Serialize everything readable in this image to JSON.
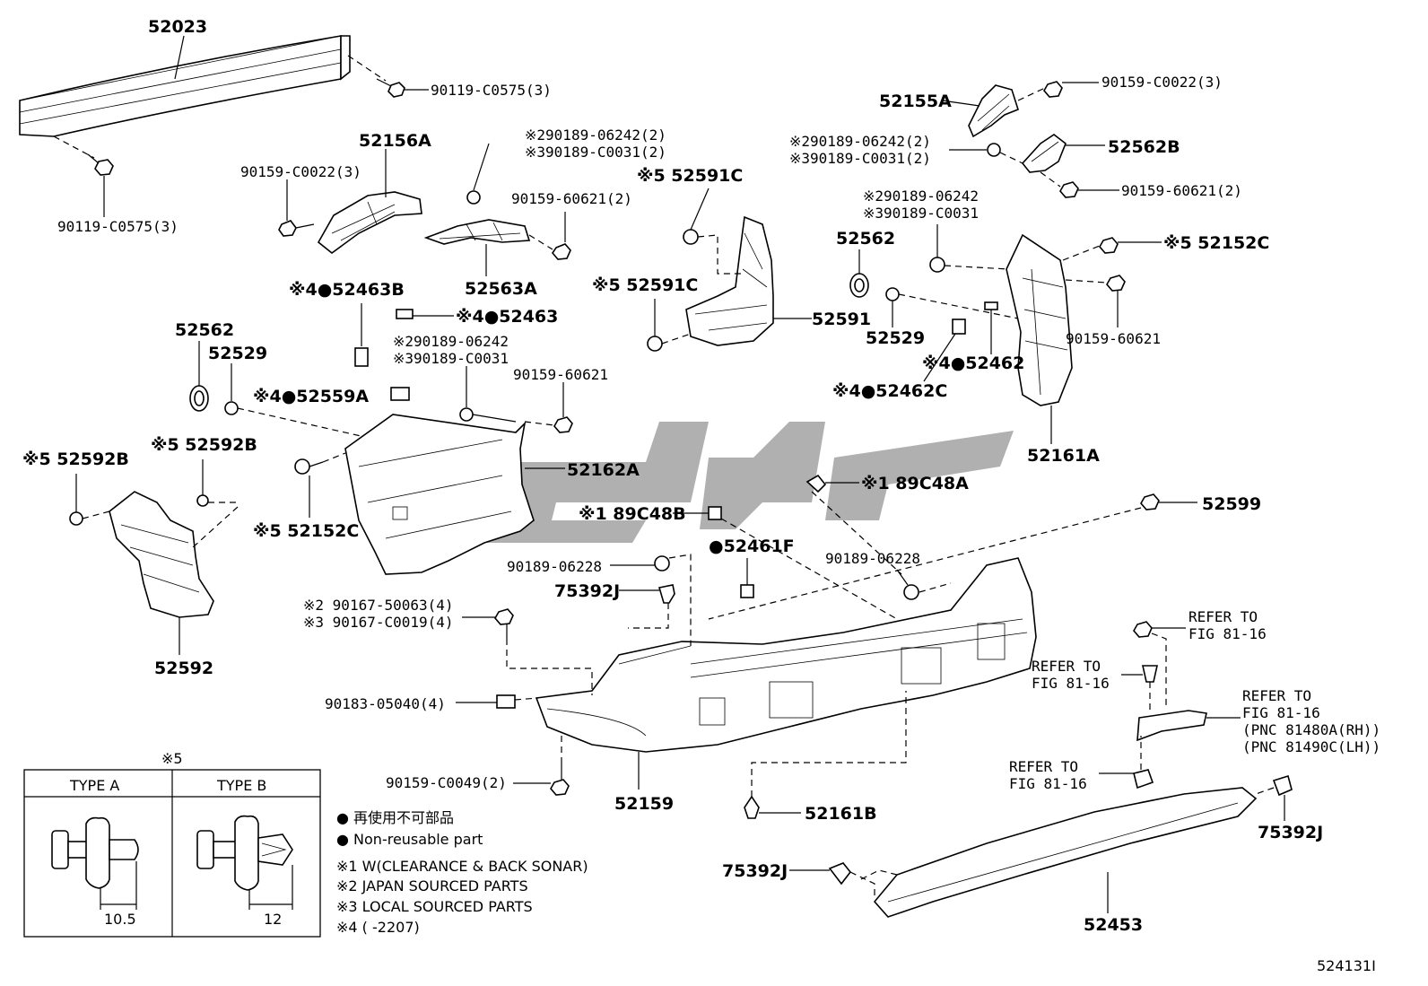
{
  "parts": {
    "p52023": "52023",
    "p90119_top": "90119-C0575(3)",
    "p90119_left": "90119-C0575(3)",
    "p52156A": "52156A",
    "p90159_C0022_left": "90159-C0022(3)",
    "p29_left_a": "※290189-06242(2)",
    "p39_left_a": "※390189-C0031(2)",
    "p90159_60621_2_left": "90159-60621(2)",
    "p52563A": "52563A",
    "p52463B": "※4●52463B",
    "p52463": "※4●52463",
    "p29_mid": "※290189-06242",
    "p39_mid": "※390189-C0031",
    "p90159_60621_mid": "90159-60621",
    "p52562_left": "52562",
    "p52529_left": "52529",
    "p52559A": "※4●52559A",
    "p52592B_a": "※5 52592B",
    "p52592B_b": "※5 52592B",
    "p52152C_left": "※5 52152C",
    "p52162A": "52162A",
    "p52592": "52592",
    "p52591C_top": "※5 52591C",
    "p52591C_mid": "※5 52591C",
    "p52591": "52591",
    "p52155A": "52155A",
    "p90159_C0022_right": "90159-C0022(3)",
    "p29_right_a": "※290189-06242(2)",
    "p39_right_a": "※390189-C0031(2)",
    "p52562B": "52562B",
    "p90159_60621_2_right": "90159-60621(2)",
    "p29_right_b": "※290189-06242",
    "p39_right_b": "※390189-C0031",
    "p52562_right": "52562",
    "p52152C_right": "※5 52152C",
    "p90159_60621_right": "90159-60621",
    "p52529_right": "52529",
    "p52462": "※4●52462",
    "p52462C": "※4●52462C",
    "p52161A": "52161A",
    "p89C48A": "※1 89C48A",
    "p89C48B": "※1 89C48B",
    "p52461F": "●52461F",
    "p52599": "52599",
    "p90189_06228_left": "90189-06228",
    "p90189_06228_right": "90189-06228",
    "p75392J_top": "75392J",
    "p2_90167": "※2 90167-50063(4)",
    "p3_90167": "※3 90167-C0019(4)",
    "p90183": "90183-05040(4)",
    "p90159_C0049": "90159-C0049(2)",
    "p52159": "52159",
    "p52161B": "52161B",
    "p75392J_bottom": "75392J",
    "p75392J_right": "75392J",
    "p52453": "52453",
    "refer_1a": "REFER TO",
    "refer_1b": "FIG 81-16",
    "refer_2a": "REFER TO",
    "refer_2b": "FIG 81-16",
    "refer_3a": "REFER TO",
    "refer_3b": "FIG 81-16",
    "refer_3c": "(PNC 81480A(RH))",
    "refer_3d": "(PNC 81490C(LH))",
    "refer_4a": "REFER TO",
    "refer_4b": "FIG 81-16"
  },
  "legend": {
    "title": "※5",
    "type_a": "TYPE A",
    "type_b": "TYPE B",
    "dim_a": "10.5",
    "dim_b": "12"
  },
  "notes": {
    "n1": "● 再使用不可部品",
    "n2": "● Non-reusable part",
    "n3": "※1 W(CLEARANCE & BACK SONAR)",
    "n4": "※2 JAPAN SOURCED PARTS",
    "n5": "※3 LOCAL SOURCED PARTS",
    "n6": "※4 (      -2207)"
  },
  "figure_id": "524131I"
}
